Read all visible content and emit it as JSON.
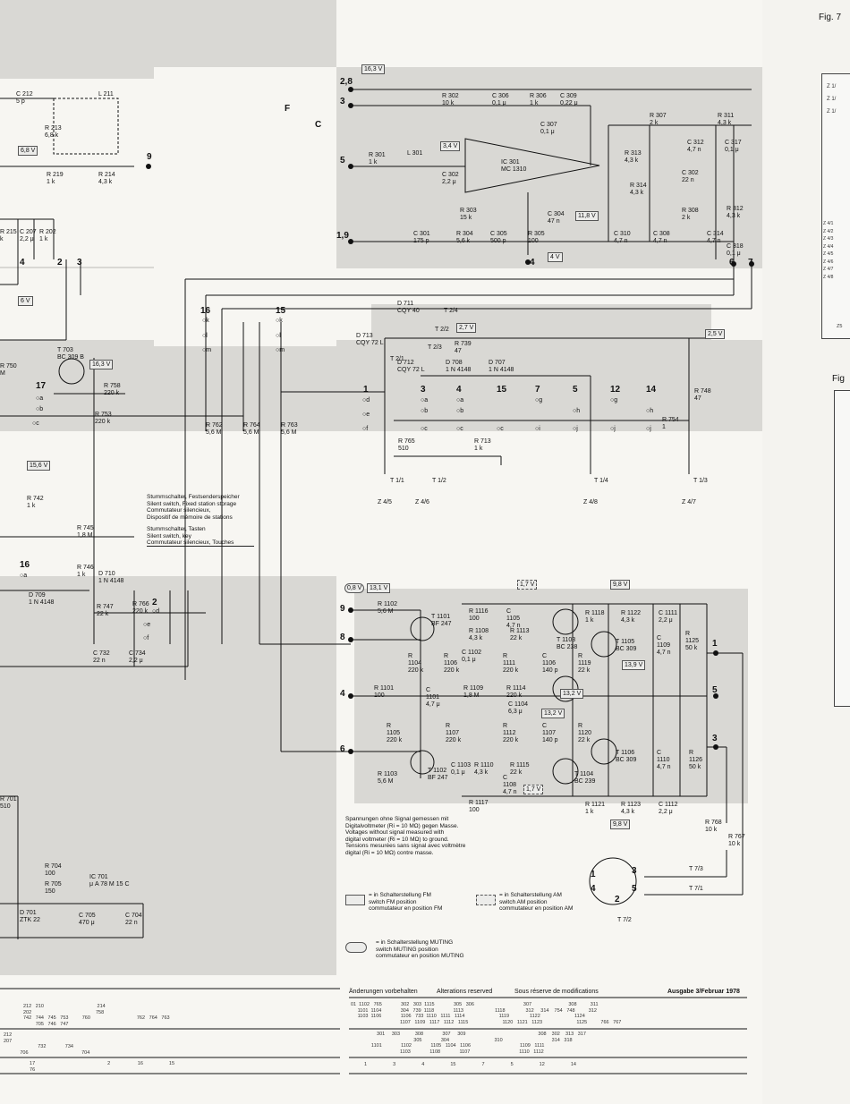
{
  "figure_label": "Fig. 7",
  "figure_label_2": "Fig",
  "voltages": {
    "v_16_3_top": "16,3 V",
    "v_6_8": "6,8 V",
    "v_3_4": "3,4 V",
    "v_11_8": "11,8 V",
    "v_4": "4 V",
    "v_6": "6 V",
    "v_2_7": "2,7 V",
    "v_2_5": "2,5 V",
    "v_16_3_mid": "16,3 V",
    "v_15_6": "15,6 V",
    "v_0_8": "0,8 V",
    "v_13_1": "13,1 V",
    "v_1_7_top": "1,7 V",
    "v_9_8_top": "9,8 V",
    "v_13_9": "13,9 V",
    "v_13_2_a": "13,2 V",
    "v_13_2_b": "13,2 V",
    "v_1_7_bot": "1,7 V",
    "v_9_8_bot": "9,8 V"
  },
  "components": {
    "c212": "C 212\n5 p",
    "l211": "L 211",
    "r213": "R 213\n6,8 k",
    "r219": "R 219\n1 k",
    "r214": "R 214\n4,3 k",
    "r215": "R 215\nk",
    "c207": "C 207\n2,2 μ",
    "r202": "R 202\n1 k",
    "r302": "R 302\n10 k",
    "c306": "C 306\n0,1 μ",
    "r306": "R 306\n1 k",
    "c309": "C 309\n0,22 μ",
    "c307": "C 307\n0,1 μ",
    "r307": "R 307\n2 k",
    "r311": "R 311\n4,3 k",
    "r301": "R 301\n1 k",
    "l301": "L 301",
    "c302": "C 302\n2,2 μ",
    "ic301": "IC 301\nMC 1310",
    "r303": "R 303\n15 k",
    "c301": "C 301\n175 p",
    "r304": "R 304\n5,6 k",
    "c305": "C 305\n500 p",
    "r305": "R 305\n100",
    "c304": "C 304\n47 n",
    "r313": "R 313\n4,3 k",
    "r314": "R 314\n4,3 k",
    "c312": "C 312\n4,7 n",
    "c317": "C 317\n0,1 μ",
    "c302b": "C 302\n22 n",
    "r308": "R 308\n2 k",
    "r312": "R 312\n4,3 k",
    "c310": "C 310\n4,7 n",
    "c308": "C 308\n4,7 n",
    "c314": "C 314\n4,7 n",
    "c318": "C 318\n0,1 μ",
    "d711": "D 711\nCQY 40",
    "d713": "D 713\nCQY 72 L",
    "d712": "D 712\nCQY 72 L",
    "r739": "R 739\n47",
    "d708": "D 708\n1 N 4148",
    "d707": "D 707\n1 N 4148",
    "r748": "R 748\n47",
    "r754": "R 754\n1",
    "r765": "R 765\n510",
    "r713": "R 713\n1 k",
    "t703": "T 703\nBC 309 B",
    "r758": "R 758\n220 k",
    "r753": "R 753\n220 k",
    "r762": "R 762\n5,6 M",
    "r764": "R 764\n5,6 M",
    "r763": "R 763\n5,6 M",
    "r742": "R 742\n1 k",
    "r745": "R 745\n1,8 M",
    "r746": "R 746\n1 k",
    "d710": "D 710\n1 N 4148",
    "d709": "D 709\n1 N 4148",
    "r747": "R 747\n22 k",
    "r766": "R 766\n220 k",
    "c732": "C 732\n22 n",
    "c734": "C 734\n2,2 μ",
    "r750": "R 750\nM",
    "r701": "R 701\n510",
    "r704": "R 704\n100",
    "r705": "R 705\n150",
    "ic701": "IC 701\nμ A 78 M 15 C",
    "d701": "D 701\nZTK 22",
    "c705": "C 705\n470 μ",
    "c704": "C 704\n22 n",
    "r1102": "R 1102\n5,6 M",
    "t1101": "T 1101\nBF 247",
    "r1116": "R 1116\n100",
    "c1105": "C\n1105\n4,7 n",
    "r1108": "R 1108\n4,3 k",
    "c1102": "C 1102\n0,1 μ",
    "r1113": "R 1113\n22 k",
    "t1103": "T 1103\nBC 238",
    "r1118": "R 1118\n1 k",
    "r1122": "R 1122\n4,3 k",
    "c1111": "C 1111\n2,2 μ",
    "t1105": "T 1105\nBC 309",
    "c1109": "C\n1109\n4,7 n",
    "r1125": "R\n1125\n50 k",
    "r1104": "R\n1104\n220 k",
    "r1106": "R\n1106\n220 k",
    "r1111": "R\n1111\n220 k",
    "c1106": "C\n1106\n140 p",
    "r1119": "R\n1119\n22 k",
    "r1101": "R 1101\n100",
    "r1109": "R 1109\n1,8 M",
    "r1114": "R 1114\n220 k",
    "c1104": "C 1104\n6,3 μ",
    "c1101": "C\n1101\n4,7 μ",
    "r1105": "R\n1105\n220 k",
    "r1107": "R\n1107\n220 k",
    "r1112": "R\n1112\n220 k",
    "c1107": "C\n1107\n140 p",
    "r1120": "R\n1120\n22 k",
    "t1106": "T 1106\nBC 309",
    "c1110": "C\n1110\n4,7 n",
    "r1126": "R\n1126\n50 k",
    "r1103": "R 1103\n5,6 M",
    "t1102": "T 1102\nBF 247",
    "c1103": "C 1103\n0,1 μ",
    "r1110": "R 1110\n4,3 k",
    "r1115": "R 1115\n22 k",
    "c1108": "C\n1108\n4,7 n",
    "t1104": "T 1104\nBC 239",
    "r1117": "R 1117\n100",
    "r1121": "R 1121\n1 k",
    "r1123": "R 1123\n4,3 k",
    "c1112": "C 1112\n2,2 μ",
    "r768": "R 768\n10 k",
    "r767": "R 767\n10 k"
  },
  "pins": {
    "p2_8": "2,8",
    "pF": "F",
    "p3": "3",
    "pC": "C",
    "p5": "5",
    "p1_9": "1,9",
    "p9_left": "9",
    "p4_bot": "4",
    "p6_bot": "6",
    "p7_bot": "7",
    "p4_left": "4",
    "p2_left": "2",
    "p3_left": "3",
    "p16": "16",
    "p15": "15",
    "p17": "17",
    "p9_amp": "9",
    "p8_amp": "8",
    "p4_amp": "4",
    "p6_amp": "6",
    "p1_out": "1",
    "p5_out": "5",
    "p3_out": "3",
    "din1": "1",
    "din2": "2",
    "din3": "3",
    "din4": "4",
    "din5": "5"
  },
  "test_points": {
    "t2_4": "T 2/4",
    "t2_2": "T 2/2",
    "t2_3": "T 2/3",
    "t2_1": "T 2/1",
    "t1_1": "T 1/1",
    "t1_2": "T 1/2",
    "t1_4": "T 1/4",
    "t1_3": "T 1/3",
    "t7_3": "T 7/3",
    "t7_1": "T 7/1",
    "t7_2": "T 7/2",
    "z4_5": "Z 4/5",
    "z4_6": "Z 4/6",
    "z4_8": "Z 4/8",
    "z4_7": "Z 4/7"
  },
  "switch_labels": {
    "s1": "1",
    "s3": "3",
    "s4": "4",
    "s15": "15",
    "s7": "7",
    "s5": "5",
    "s12": "12",
    "s14": "14",
    "s2": "2",
    "s16": "16",
    "od": "○d",
    "oe": "○e",
    "of": "○f",
    "oc": "○c",
    "oi": "○i",
    "ok": "○k",
    "ol": "○l",
    "om": "○m",
    "oa": "○a",
    "ob": "○b",
    "og": "○g",
    "oh": "○h",
    "oj": "○j"
  },
  "captions": {
    "muting_station": "Stummschalter, Festsenderspeicher\nSilent switch, Fixed station storage\nCommutateur silencieux,\nDispositif de mémoire de stations",
    "muting_key": "Stummschalter, Tasten\nSilent switch, key\nCommutateur silencieux, Touches",
    "voltage_note": "Spannungen ohne Signal gemessen mit\nDigitalvoltmeter (Ri = 10 MΩ) gegen Masse.\nVoltages without signal measured with\ndigital voltmeter (Ri = 10 MΩ) to ground.\nTensions mesurées sans signal avec voltmètre\ndigital (Ri = 10 MΩ) contre masse.",
    "legend_fm": "= in Schalterstellung FM\nswitch FM position\ncommutateur en position FM",
    "legend_am": "= in Schalterstellung AM\nswitch AM position\ncommutateur en position AM",
    "legend_muting": "= in Schalterstellung MUTING\nswitch MUTING position\ncommutateur en position MUTING"
  },
  "footer": {
    "changes_de": "Änderungen vorbehalten",
    "changes_en": "Alterations reserved",
    "changes_fr": "Sous réserve de modifications",
    "edition": "Ausgabe 3/Februar 1978"
  },
  "parts_table": {
    "left_row1": "212   210                                       214\n202                                               758\n742   744   745   753          760                                  762   764   763\n         705   746   747",
    "left_row2": "212\n207\n                         732              734\n            706                                       704",
    "left_row3": "  17                                                     2                    16                   15\n  76",
    "right_row1": "01  1102   765              302   303  1115              305   306                                    307                           308          311\n     1101  1104              304   739  1118              1113                       1118               312     314    754   748          312\n     1103  1106              1106   733  1110   1111   1114                         1119               1122                         1124\n                                    1107   1109   1117   1112   1115                         1120   1121   1123                         1125          766   767",
    "right_row2": "                   301     303           308              307     309                                                     308    302    313   317\n                                              305              304                                 310                                    314   318\n               1101              1102              1105   1104   1106                                    1109   1111\n                                    1103              1108              1107                                    1110   1112",
    "right_row3": "  1                   3                   4                   15                   7                   5                   12                   14"
  },
  "edge_panel": {
    "labels_top": "Z 1/\nZ 1/\nZ 1/",
    "labels_mid": "Z 4/1\nZ 4/2\nZ 4/3\nZ 4/4\nZ 4/5\nZ 4/6\nZ 4/7\nZ 4/8",
    "label_bottom": "Z5"
  },
  "colors": {
    "shade": "#d9d8d4",
    "paper": "#f4f3ef",
    "ink": "#111111"
  }
}
